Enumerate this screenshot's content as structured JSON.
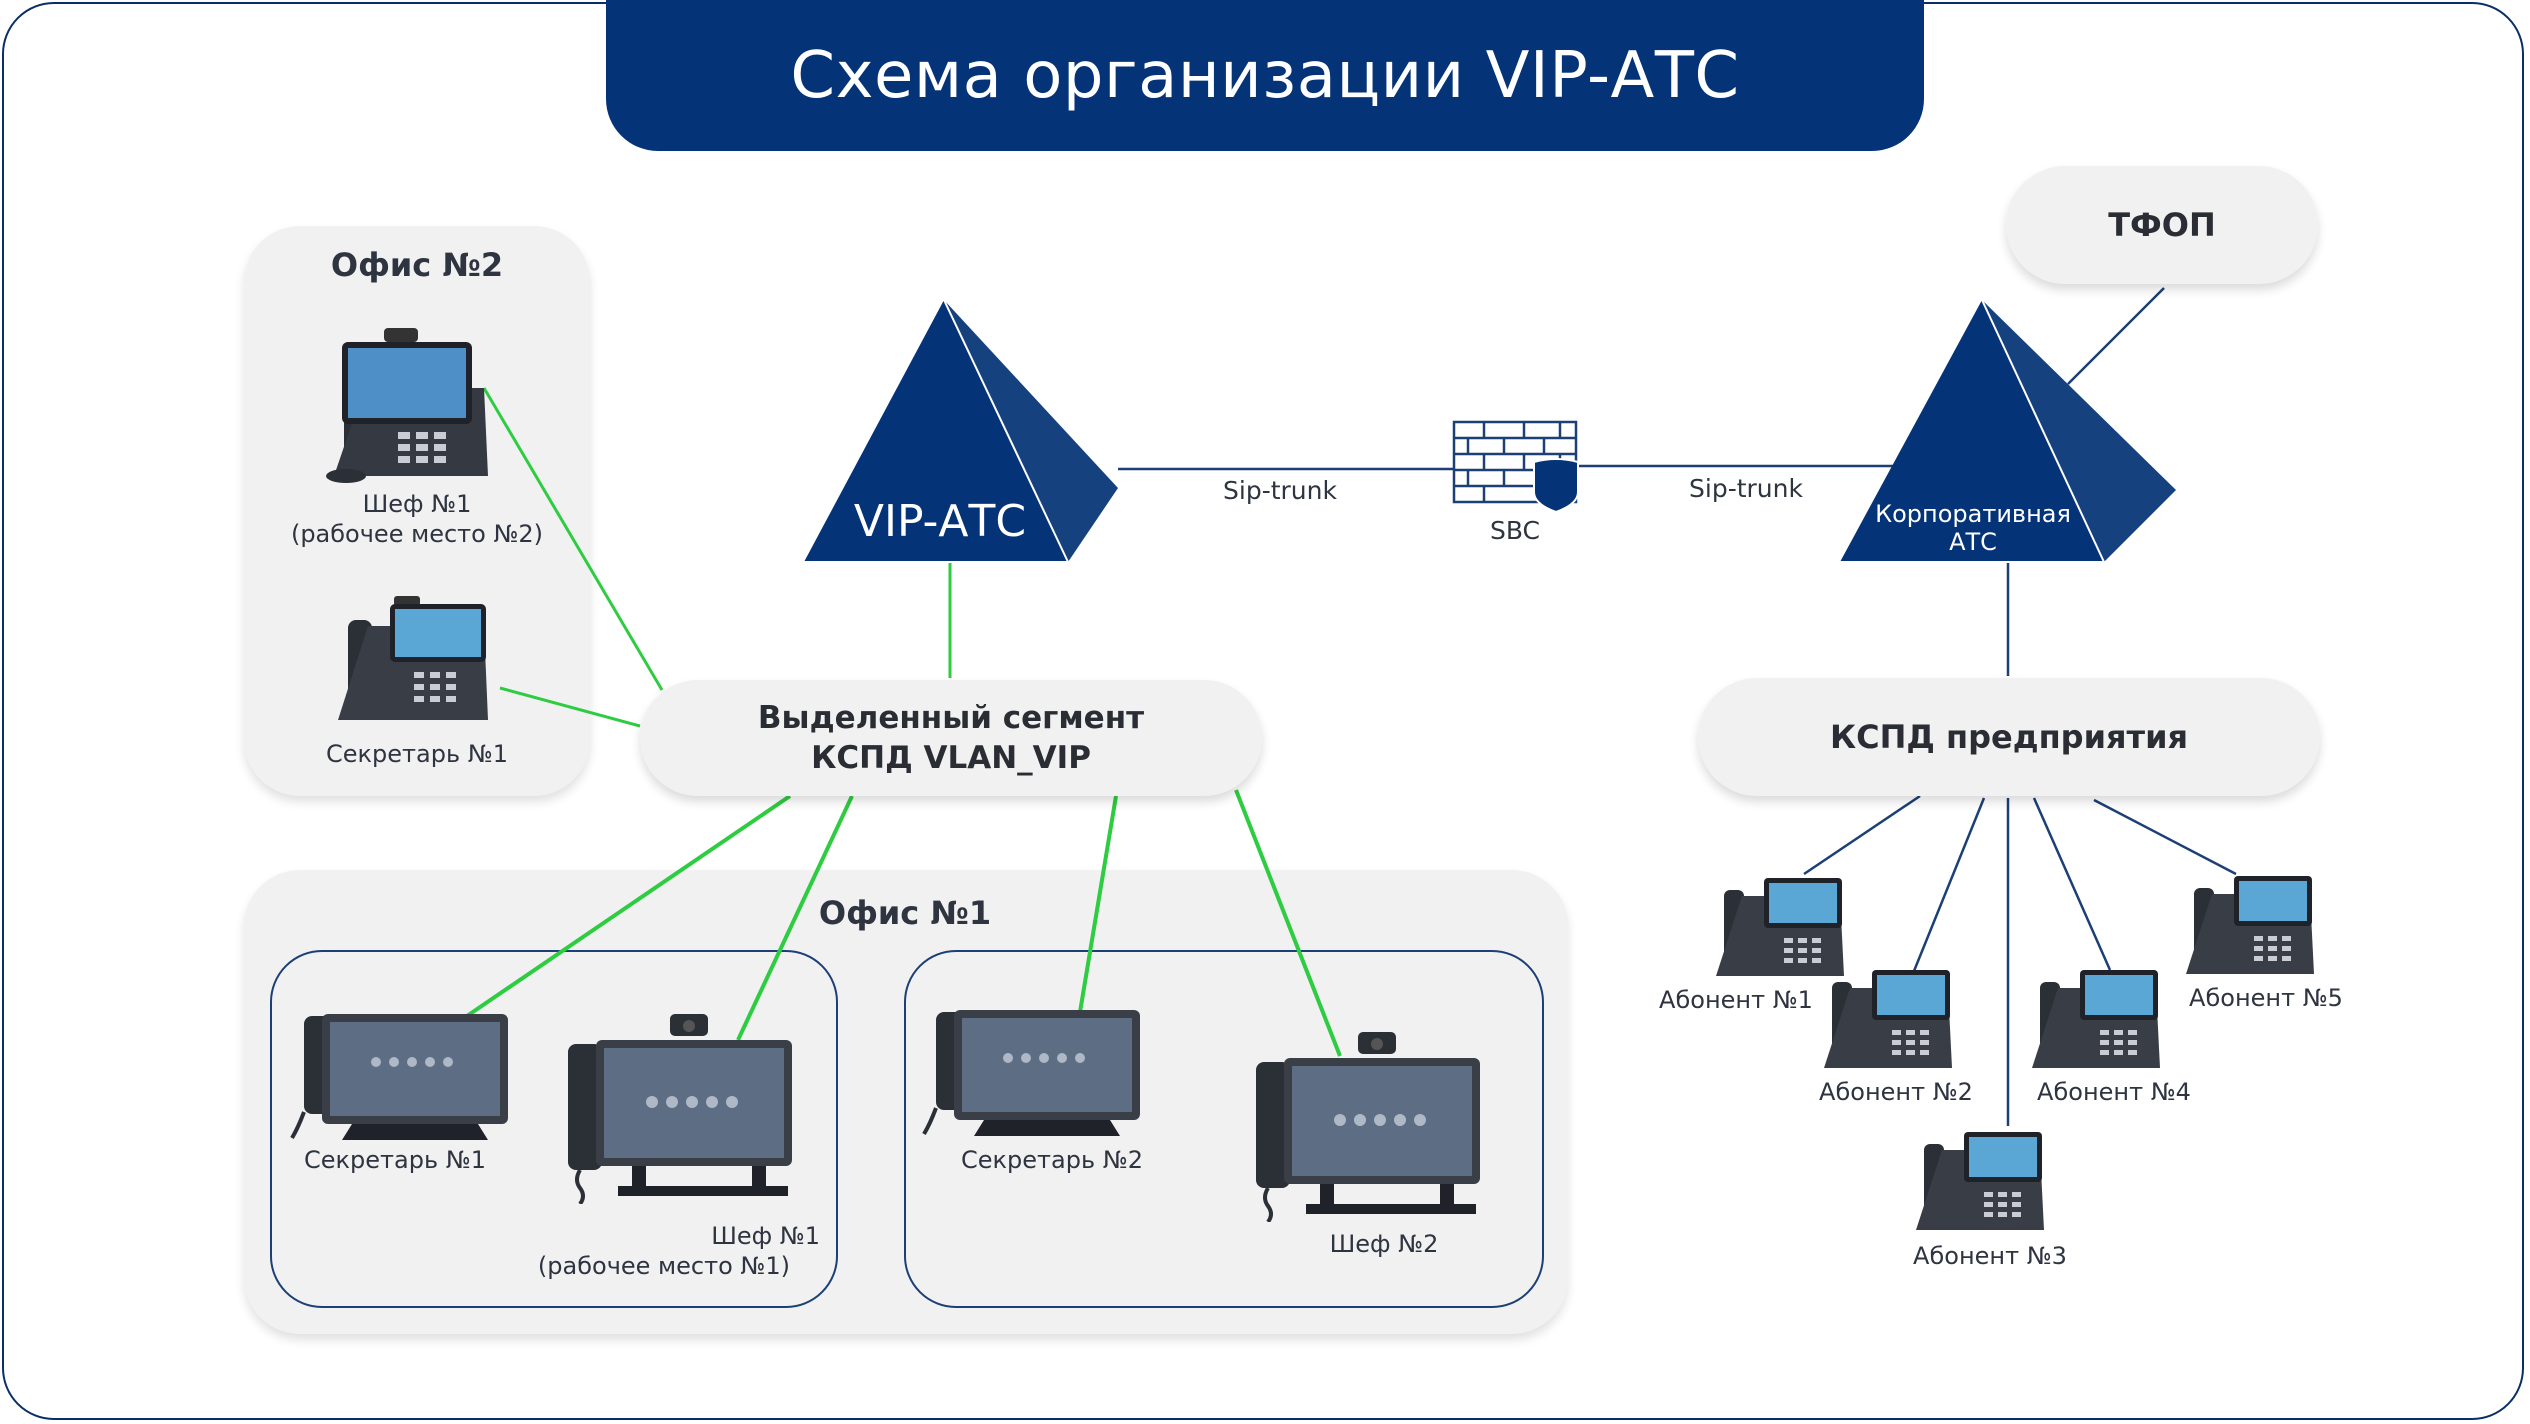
{
  "title": "Схема организации VIP-АТС",
  "office2": {
    "title": "Офис №2",
    "chef_label_1": "Шеф №1",
    "chef_label_2": "(рабочее место №2)",
    "secretary_label": "Секретарь №1"
  },
  "vlan_segment": {
    "line1": "Выделенный сегмент",
    "line2": "КСПД VLAN_VIP"
  },
  "vip_pbx": {
    "label": "VIP-АТС"
  },
  "sip_trunk_left": "Sip-trunk",
  "sbc": "SBC",
  "sip_trunk_right": "Sip-trunk",
  "corp_pbx": {
    "line1": "Корпоративная",
    "line2": "АТС"
  },
  "pstn": "ТФОП",
  "enterprise_network": "КСПД предприятия",
  "office1": {
    "title": "Офис №1",
    "secretary1": "Секретарь №1",
    "chef1_line1": "Шеф №1",
    "chef1_line2": "(рабочее место №1)",
    "secretary2": "Секретарь №2",
    "chef2": "Шеф №2"
  },
  "subscribers": [
    "Абонент №1",
    "Абонент №2",
    "Абонент №3",
    "Абонент №4",
    "Абонент №5"
  ],
  "colors": {
    "navy": "#043377",
    "green_link": "#2ecc40",
    "navy_link": "#1c3f76",
    "panel": "#f1f1f2"
  }
}
